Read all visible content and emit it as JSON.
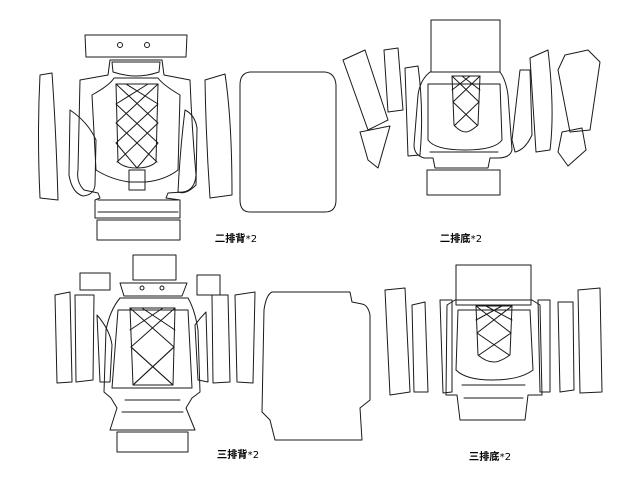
{
  "captions": {
    "p1": {
      "name": "二排背",
      "qty": "*2"
    },
    "p2": {
      "name": "二排底",
      "qty": "*2"
    },
    "p3": {
      "name": "三排背",
      "qty": "*2"
    },
    "p4": {
      "name": "三排底",
      "qty": "*2"
    }
  }
}
